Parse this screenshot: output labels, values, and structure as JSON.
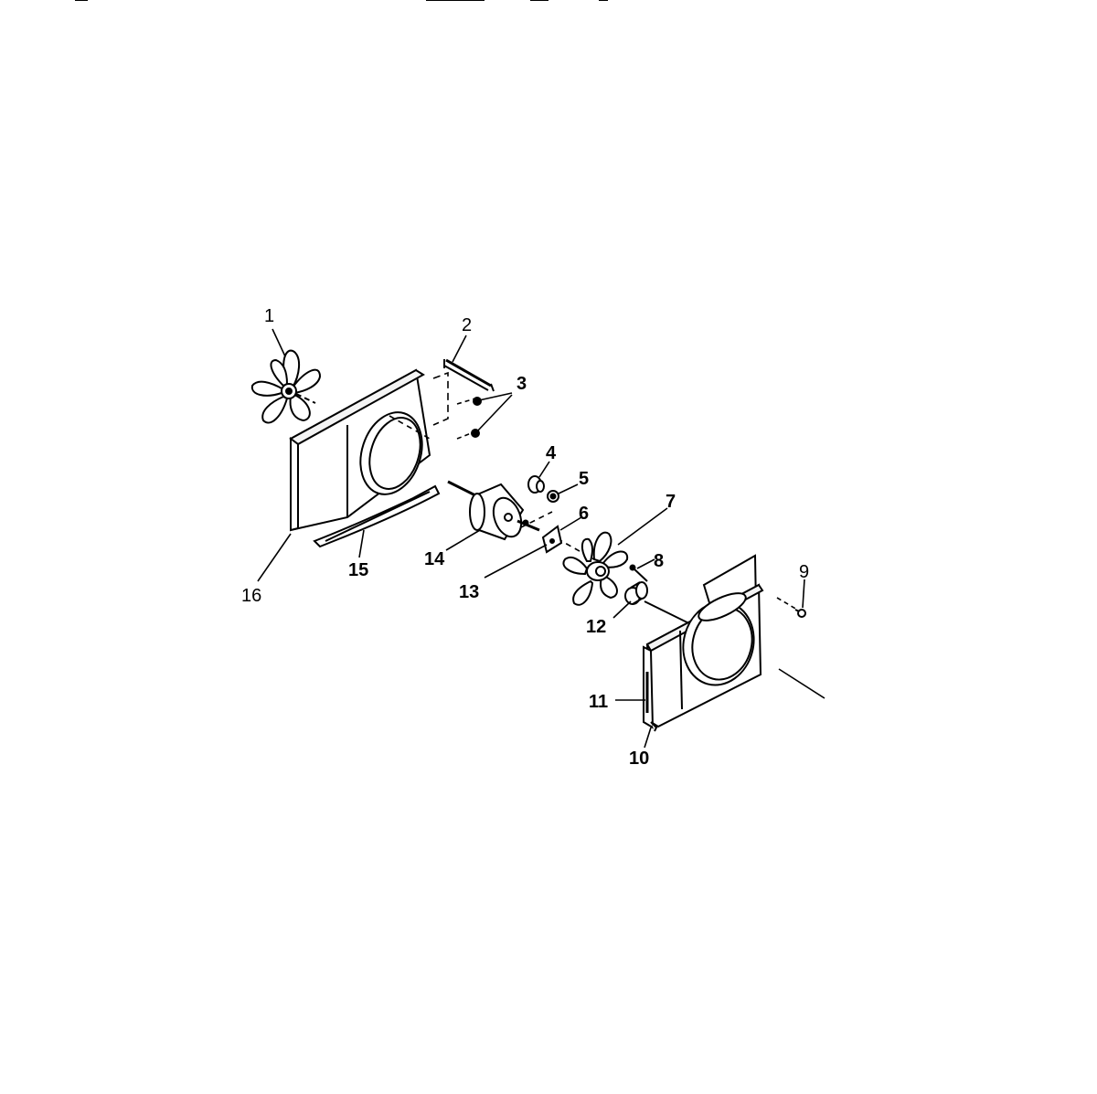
{
  "diagram": {
    "parts": [
      {
        "id": "p1",
        "label": "1"
      },
      {
        "id": "p2",
        "label": "2"
      },
      {
        "id": "p3",
        "label": "3"
      },
      {
        "id": "p4",
        "label": "4"
      },
      {
        "id": "p5",
        "label": "5"
      },
      {
        "id": "p6",
        "label": "6"
      },
      {
        "id": "p7",
        "label": "7"
      },
      {
        "id": "p8",
        "label": "8"
      },
      {
        "id": "p9",
        "label": "9"
      },
      {
        "id": "p10",
        "label": "10"
      },
      {
        "id": "p11",
        "label": "11"
      },
      {
        "id": "p12",
        "label": "12"
      },
      {
        "id": "p13",
        "label": "13"
      },
      {
        "id": "p14",
        "label": "14"
      },
      {
        "id": "p15",
        "label": "15"
      },
      {
        "id": "p16",
        "label": "16"
      }
    ]
  }
}
